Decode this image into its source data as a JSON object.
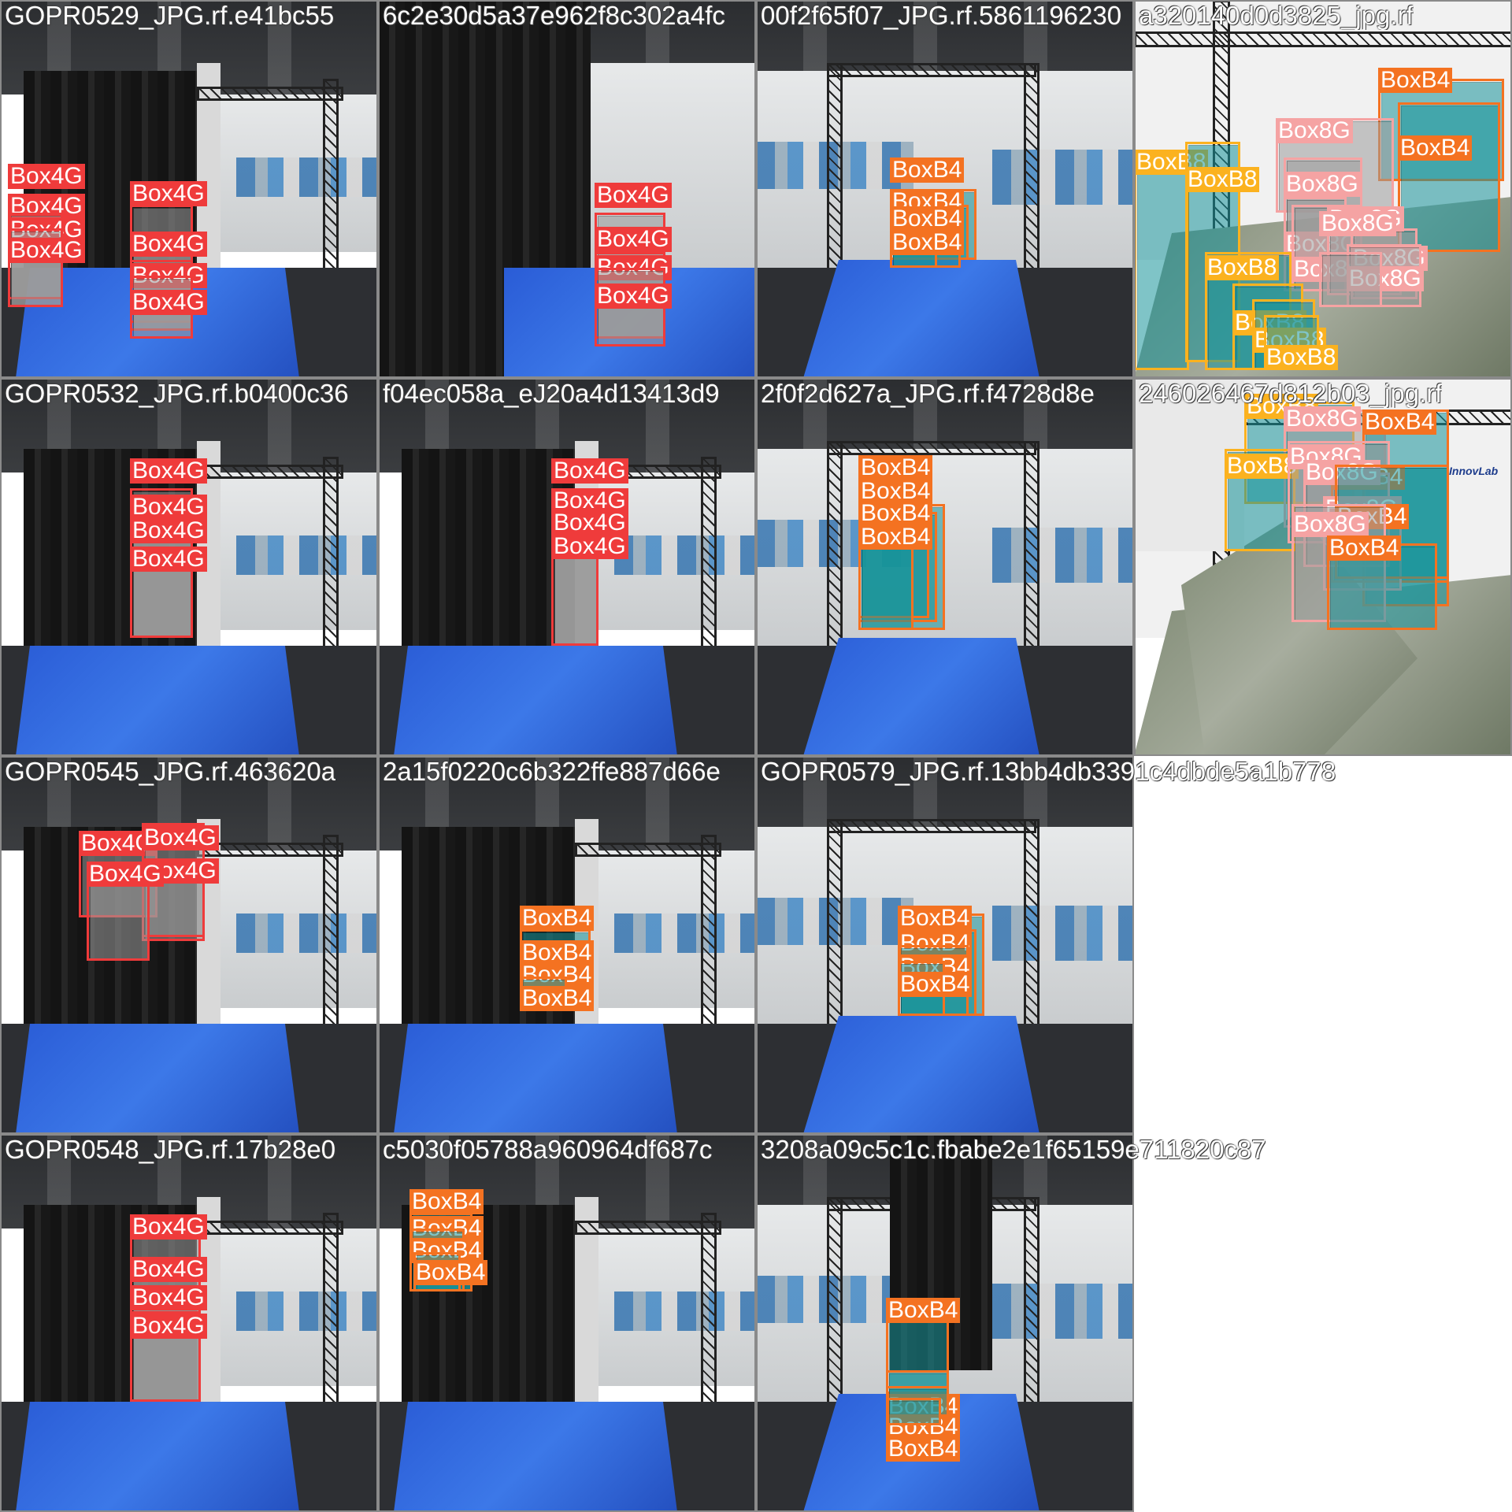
{
  "mosaic": {
    "tiles": [
      {
        "id": "t1",
        "caption": "GOPR0529_JPG.rf.e41bc55",
        "scene": "curtain-room",
        "boxes": [
          {
            "label": "Box4G",
            "color": "#ef3b3b"
          },
          {
            "label": "Box4G",
            "color": "#ef3b3b"
          },
          {
            "label": "Box4G",
            "color": "#ef3b3b"
          },
          {
            "label": "Box4G",
            "color": "#ef3b3b"
          },
          {
            "label": "Box4G",
            "color": "#ef3b3b"
          },
          {
            "label": "Box4G",
            "color": "#ef3b3b"
          },
          {
            "label": "Box4G",
            "color": "#ef3b3b"
          },
          {
            "label": "Box4G",
            "color": "#ef3b3b"
          }
        ]
      },
      {
        "id": "t2",
        "caption": "6c2e30d5a37e962f8c302a4fc",
        "scene": "curtain-close",
        "boxes": [
          {
            "label": "Box4G",
            "color": "#ef3b3b"
          },
          {
            "label": "Box4G",
            "color": "#ef3b3b"
          },
          {
            "label": "Box4G",
            "color": "#ef3b3b"
          },
          {
            "label": "Box4G",
            "color": "#ef3b3b"
          }
        ]
      },
      {
        "id": "t3",
        "caption": "00f2f65f07_JPG.rf.5861196230",
        "scene": "office",
        "boxes": [
          {
            "label": "BoxB4",
            "color": "#f47221"
          },
          {
            "label": "BoxB4",
            "color": "#f47221"
          },
          {
            "label": "BoxB4",
            "color": "#f47221"
          },
          {
            "label": "BoxB4",
            "color": "#f47221"
          }
        ]
      },
      {
        "id": "t4",
        "caption": "a320140d0d3825_jpg.rf",
        "scene": "lab-white",
        "boxes": [
          {
            "label": "BoxB4",
            "color": "#f47221"
          },
          {
            "label": "Box8G",
            "color": "#f5a3a3"
          },
          {
            "label": "BoxB8",
            "color": "#fbb21f"
          },
          {
            "label": "Box8G",
            "color": "#f5a3a3"
          },
          {
            "label": "BoxB4",
            "color": "#f47221"
          },
          {
            "label": "BoxB8",
            "color": "#fbb21f"
          },
          {
            "label": "Box8G",
            "color": "#f5a3a3"
          },
          {
            "label": "Box8G",
            "color": "#f5a3a3"
          },
          {
            "label": "Box8G",
            "color": "#f5a3a3"
          },
          {
            "label": "Box8G",
            "color": "#f5a3a3"
          },
          {
            "label": "Box8G",
            "color": "#f5a3a3"
          },
          {
            "label": "Box8G",
            "color": "#f5a3a3"
          },
          {
            "label": "BoxB8",
            "color": "#fbb21f"
          },
          {
            "label": "BoxB8",
            "color": "#fbb21f"
          },
          {
            "label": "BoxB8",
            "color": "#fbb21f"
          },
          {
            "label": "BoxB8",
            "color": "#fbb21f"
          }
        ]
      },
      {
        "id": "t5",
        "caption": "GOPR0532_JPG.rf.b0400c36",
        "scene": "curtain-room",
        "boxes": [
          {
            "label": "Box4G",
            "color": "#ef3b3b"
          },
          {
            "label": "Box4G",
            "color": "#ef3b3b"
          },
          {
            "label": "Box4G",
            "color": "#ef3b3b"
          },
          {
            "label": "Box4G",
            "color": "#ef3b3b"
          }
        ]
      },
      {
        "id": "t6",
        "caption": "f04ec058a_eJ20a4d13413d9",
        "scene": "curtain-room",
        "boxes": [
          {
            "label": "Box4G",
            "color": "#ef3b3b"
          },
          {
            "label": "Box4G",
            "color": "#ef3b3b"
          },
          {
            "label": "Box4G",
            "color": "#ef3b3b"
          },
          {
            "label": "Box4G",
            "color": "#ef3b3b"
          }
        ]
      },
      {
        "id": "t7",
        "caption": "2f0f2d627a_JPG.rf.f4728d8e",
        "scene": "office",
        "boxes": [
          {
            "label": "BoxB4",
            "color": "#f47221"
          },
          {
            "label": "BoxB4",
            "color": "#f47221"
          },
          {
            "label": "BoxB4",
            "color": "#f47221"
          },
          {
            "label": "BoxB4",
            "color": "#f47221"
          }
        ]
      },
      {
        "id": "t8",
        "caption": "246026467d812b03_jpg.rf",
        "scene": "lab-sign",
        "sign_text": "InnovLab",
        "boxes": [
          {
            "label": "BoxB8",
            "color": "#fbb21f"
          },
          {
            "label": "Box8G",
            "color": "#f5a3a3"
          },
          {
            "label": "BoxB4",
            "color": "#f47221"
          },
          {
            "label": "BoxB8",
            "color": "#fbb21f"
          },
          {
            "label": "Box8G",
            "color": "#f5a3a3"
          },
          {
            "label": "BoxB4",
            "color": "#f47221"
          },
          {
            "label": "Box8G",
            "color": "#f5a3a3"
          },
          {
            "label": "Box8G",
            "color": "#f5a3a3"
          },
          {
            "label": "BoxB4",
            "color": "#f47221"
          },
          {
            "label": "Box8G",
            "color": "#f5a3a3"
          },
          {
            "label": "BoxB4",
            "color": "#f47221"
          }
        ]
      },
      {
        "id": "t9",
        "caption": "GOPR0545_JPG.rf.463620a",
        "scene": "curtain-room",
        "boxes": [
          {
            "label": "Box4G",
            "color": "#ef3b3b"
          },
          {
            "label": "Box4G",
            "color": "#ef3b3b"
          },
          {
            "label": "Box4G",
            "color": "#ef3b3b"
          },
          {
            "label": "Box4G",
            "color": "#ef3b3b"
          }
        ]
      },
      {
        "id": "t10",
        "caption": "2a15f0220c6b322ffe887d66e",
        "scene": "curtain-room",
        "boxes": [
          {
            "label": "BoxB4",
            "color": "#f47221"
          },
          {
            "label": "BoxB4",
            "color": "#f47221"
          },
          {
            "label": "BoxB4",
            "color": "#f47221"
          },
          {
            "label": "BoxB4",
            "color": "#f47221"
          }
        ]
      },
      {
        "id": "t11",
        "caption": "GOPR0579_JPG.rf.13bb4db3391c4dbde5a1b778",
        "overflow": true,
        "scene": "office",
        "boxes": [
          {
            "label": "BoxB4",
            "color": "#f47221"
          },
          {
            "label": "BoxB4",
            "color": "#f47221"
          },
          {
            "label": "BoxB4",
            "color": "#f47221"
          },
          {
            "label": "BoxB4",
            "color": "#f47221"
          }
        ]
      },
      {
        "id": "t12",
        "caption": "GOPR0548_JPG.rf.17b28e0",
        "scene": "curtain-room",
        "boxes": [
          {
            "label": "Box4G",
            "color": "#ef3b3b"
          },
          {
            "label": "Box4G",
            "color": "#ef3b3b"
          },
          {
            "label": "Box4G",
            "color": "#ef3b3b"
          },
          {
            "label": "Box4G",
            "color": "#ef3b3b"
          }
        ]
      },
      {
        "id": "t13",
        "caption": "c5030f05788a960964df687c",
        "scene": "curtain-room",
        "boxes": [
          {
            "label": "BoxB4",
            "color": "#f47221"
          },
          {
            "label": "BoxB4",
            "color": "#f47221"
          },
          {
            "label": "BoxB4",
            "color": "#f47221"
          },
          {
            "label": "BoxB4",
            "color": "#f47221"
          }
        ]
      },
      {
        "id": "t14",
        "caption": "3208a09c5c1c.fbabe2e1f65159e711820c87",
        "overflow": true,
        "scene": "office-top",
        "boxes": [
          {
            "label": "BoxB4",
            "color": "#f47221"
          },
          {
            "label": "BoxB4",
            "color": "#f47221"
          },
          {
            "label": "BoxB4",
            "color": "#f47221"
          },
          {
            "label": "BoxB4",
            "color": "#f47221"
          }
        ]
      }
    ]
  }
}
